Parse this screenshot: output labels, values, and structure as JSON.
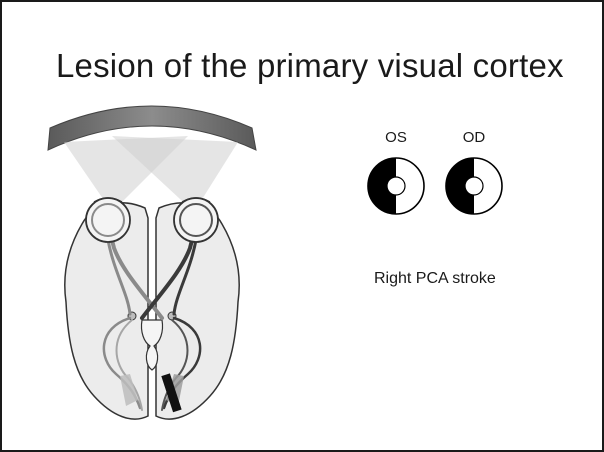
{
  "slide": {
    "title": "Lesion of the primary visual cortex",
    "caption": "Right PCA stroke"
  },
  "visual_fields": [
    {
      "label": "OS",
      "blind_half": "left",
      "central_sparing": true
    },
    {
      "label": "OD",
      "blind_half": "left",
      "central_sparing": true
    }
  ],
  "colors": {
    "field_blind": "#000000",
    "field_seeing": "#ffffff",
    "brain_fill": "#ececec",
    "arc": "#6e6e6e",
    "lesion": "#111111"
  }
}
